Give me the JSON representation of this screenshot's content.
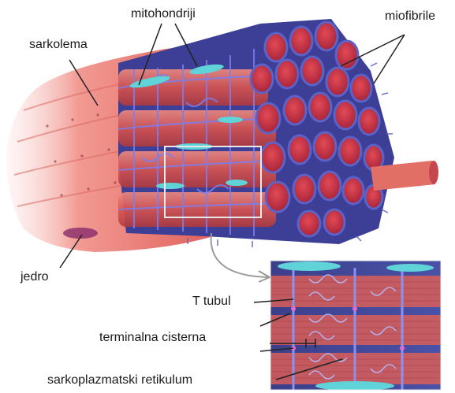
{
  "labels": {
    "mitochondria": "mitohondriji",
    "myofibrils": "miofibrile",
    "sarcolemma": "sarkolema",
    "nucleus": "jedro",
    "t_tubule": "T tubul",
    "terminal_cistern": "terminalna cisterna",
    "sarcoplasmic_reticulum": "sarkoplazmatski retikulum"
  },
  "colors": {
    "sarcolemma": "#e9766f",
    "myofibril": "#d94f55",
    "reticulum": "#5b63c8",
    "mitochondrion": "#5fd3d8",
    "nucleus": "#8a2a6a",
    "leader_line": "#222222",
    "zoom_box": "#e8e8e8",
    "arrow": "#9a9a9a"
  }
}
